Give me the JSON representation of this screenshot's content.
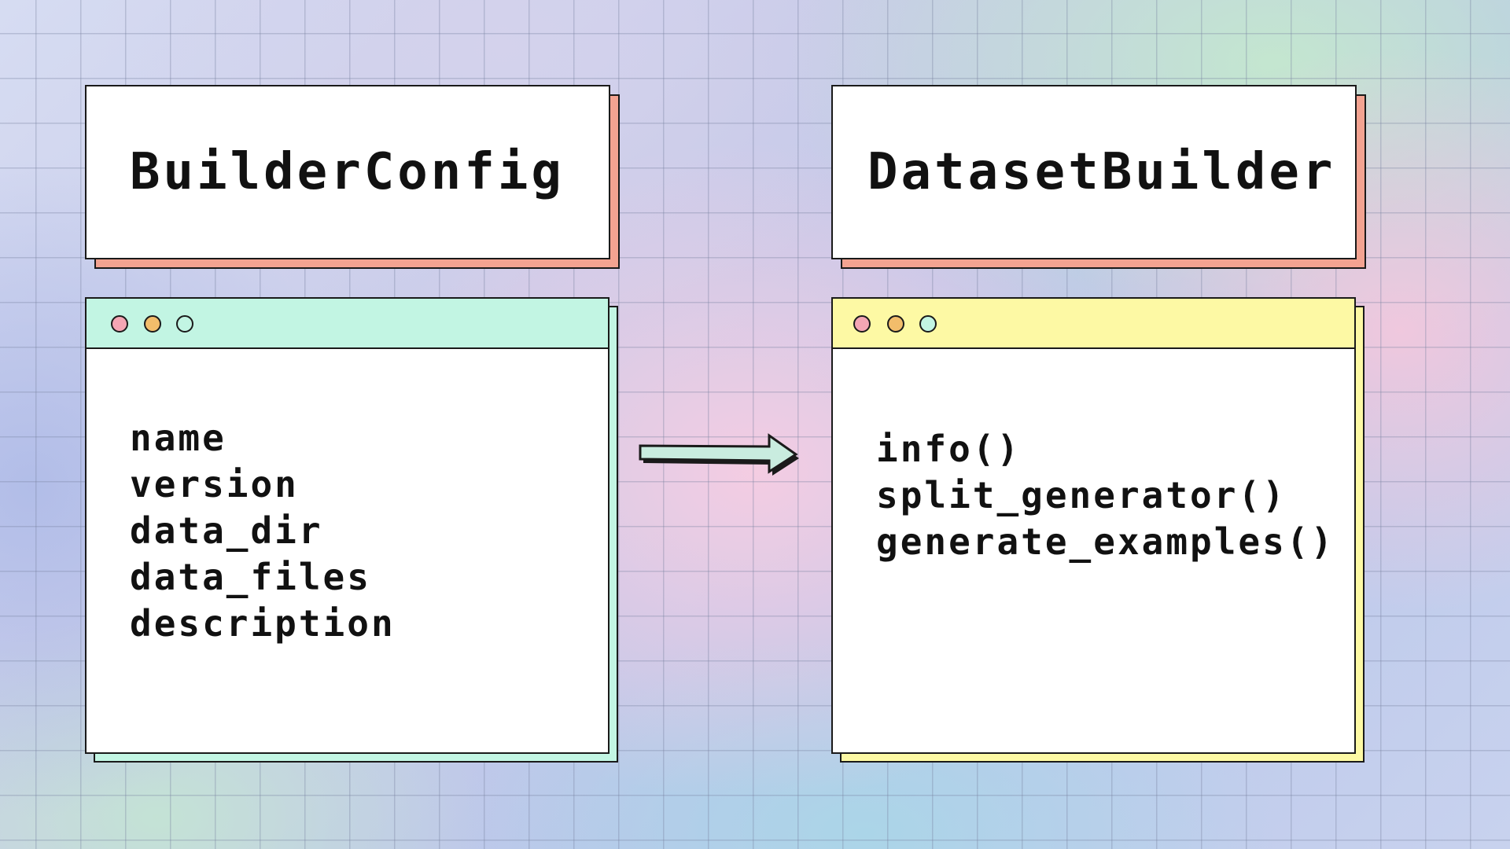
{
  "left_title": {
    "text": "BuilderConfig"
  },
  "right_title": {
    "text": "DatasetBuilder"
  },
  "left_window": {
    "titlebar_color": "#c2f5e3",
    "shadow_color": "#c2f5e3",
    "dot_colors": [
      "#f4a6b4",
      "#f2bd6b",
      "#c2f5e3"
    ],
    "items": [
      "name",
      "version",
      "data_dir",
      "data_files",
      "description"
    ]
  },
  "right_window": {
    "titlebar_color": "#fdf9a4",
    "shadow_color": "#fdf9a4",
    "dot_colors": [
      "#f4a6b4",
      "#f2bd6b",
      "#c2f5e3"
    ],
    "items": [
      "info()",
      "split_generator()",
      "generate_examples()"
    ]
  },
  "colors": {
    "title_shadow": "#f3a391",
    "arrow_fill": "#c9ecdf",
    "outline": "#1a1a1a"
  },
  "arrow": {
    "direction": "right"
  }
}
